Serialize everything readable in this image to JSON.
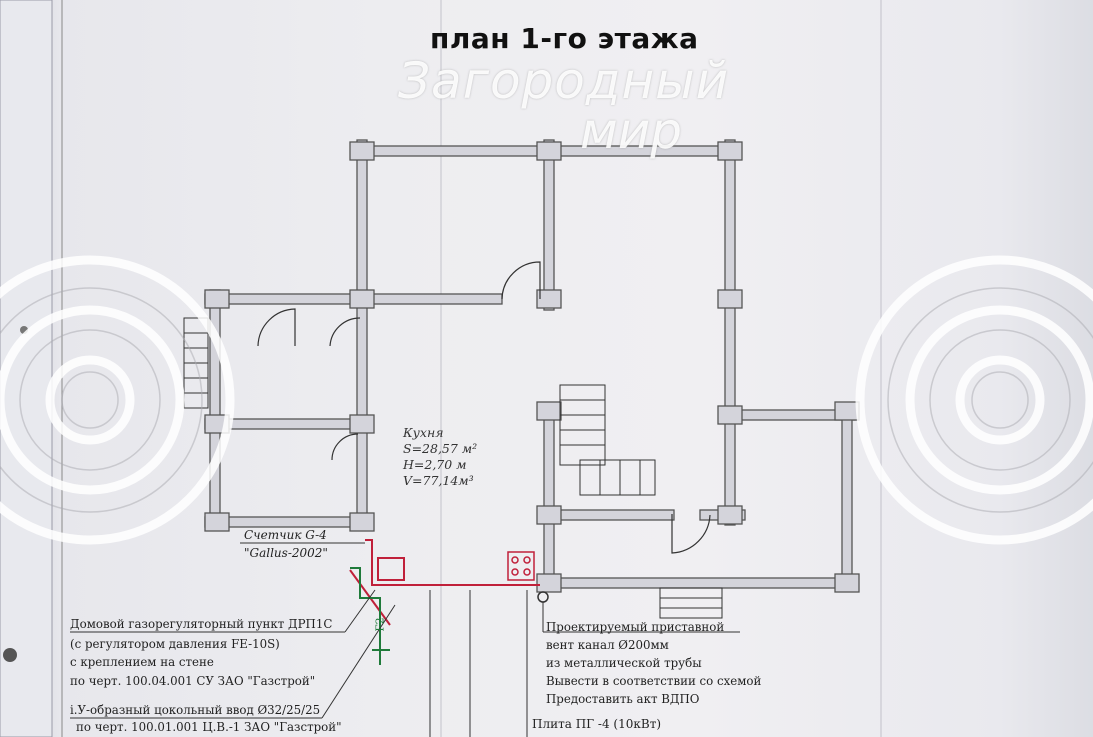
{
  "title": "план 1-го этажа",
  "watermark": {
    "line1": "Загородный",
    "line2": "мир"
  },
  "room": {
    "name": "Кухня",
    "area": "S=28,57 м²",
    "height": "H=2,70 м",
    "volume": "V=77,14м³"
  },
  "meter": {
    "line1": "Счетчик G-4",
    "line2": "\"Gallus-2002\""
  },
  "regulator": {
    "line1": "Домовой газорегуляторный пункт ДРП1С",
    "line2": "(с регулятором давления FE-10S)",
    "line3": "с креплением на стене",
    "line4": "по черт. 100.04.001 СУ ЗАО \"Газстрой\""
  },
  "inlet": {
    "line1": "i.У-образный цокольный ввод Ø32/25/25",
    "line2": "по черт. 100.01.001 Ц.В.-1 ЗАО \"Газстрой\""
  },
  "vent": {
    "line1": "Проектируемый приставной",
    "line2": "вент канал Ø200мм",
    "line3": "из металлической трубы",
    "line4": "Вывести в соответствии со схемой",
    "line5": "Предоставить акт ВДПО"
  },
  "stove": {
    "label": "Плита ПГ -4 (10кВт)"
  },
  "pipe_label": "Г2",
  "colors": {
    "wall": "#d4d4db",
    "wall_stroke": "#555",
    "gas": "#c0203a",
    "green": "#1f7a3a"
  }
}
